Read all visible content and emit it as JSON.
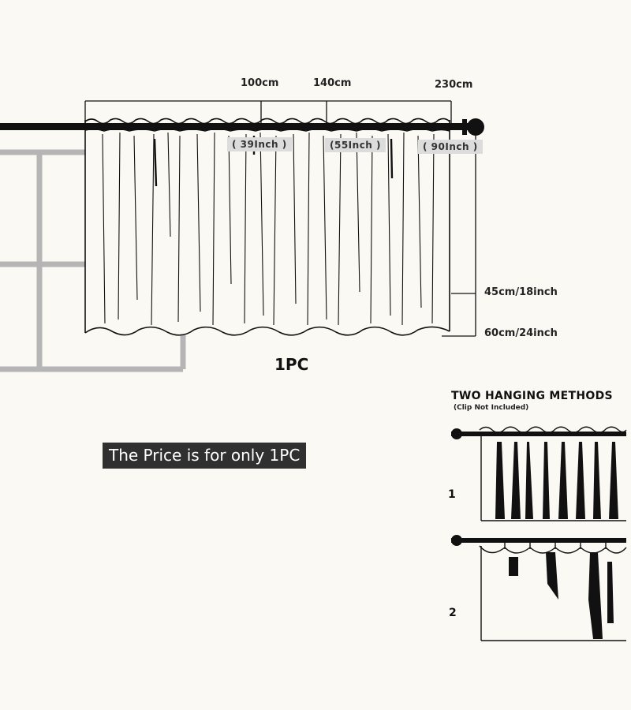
{
  "dimensions": {
    "width_marks": [
      {
        "cm": "100cm",
        "inch": "( 39Inch )"
      },
      {
        "cm": "140cm",
        "inch": "(55Inch )"
      },
      {
        "cm": "230cm",
        "inch": "( 90Inch )"
      }
    ],
    "drop_short": "45cm/18inch",
    "drop_long": "60cm/24inch"
  },
  "quantity_label": "1PC",
  "price_note": "The Price is for only 1PC",
  "methods": {
    "title": "TWO HANGING METHODS",
    "subtitle": "(Clip Not Included)",
    "steps": [
      "1",
      "2"
    ]
  },
  "colors": {
    "background": "#fbf9f4",
    "window_frame": "#b5b5b5",
    "rod": "#111111",
    "price_banner": "#303030"
  }
}
